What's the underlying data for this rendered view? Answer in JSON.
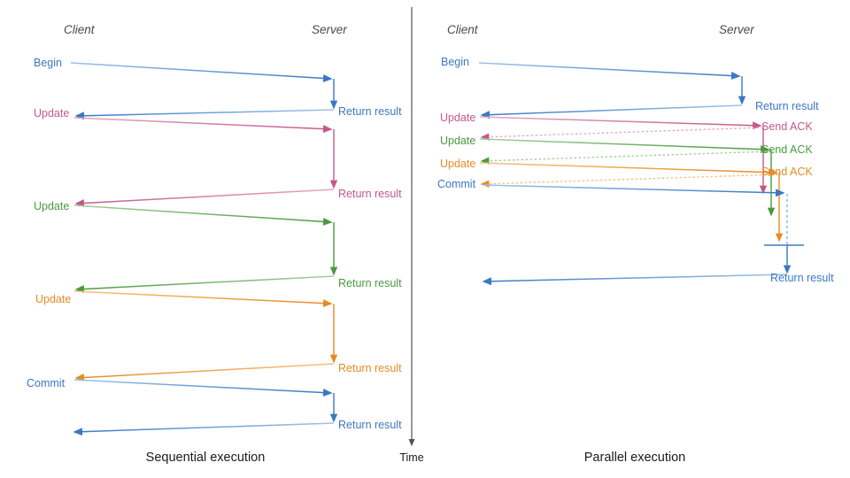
{
  "figure": {
    "divider_label": "Time",
    "colors": {
      "blue": "#3b78c3",
      "blue_light": "#9dc3e8",
      "pink": "#c4588b",
      "pink_light": "#e4a8c6",
      "green": "#4a9a3f",
      "green_light": "#a5cf9b",
      "orange": "#e98a22",
      "orange_light": "#f5c184",
      "axis": "#555555",
      "actor": "#4a4a4a",
      "caption": "#1a1a1a"
    }
  },
  "panels": [
    {
      "id": "sequential",
      "caption": "Sequential execution",
      "actors": {
        "client": "Client",
        "server": "Server"
      },
      "messages": [
        {
          "label": "Begin",
          "color": "blue",
          "side": "client",
          "kind": "request"
        },
        {
          "label": "Return result",
          "color": "blue",
          "side": "server",
          "kind": "response"
        },
        {
          "label": "Update",
          "color": "pink",
          "side": "client",
          "kind": "request"
        },
        {
          "label": "Return result",
          "color": "pink",
          "side": "server",
          "kind": "response"
        },
        {
          "label": "Update",
          "color": "green",
          "side": "client",
          "kind": "request"
        },
        {
          "label": "Return result",
          "color": "green",
          "side": "server",
          "kind": "response"
        },
        {
          "label": "Update",
          "color": "orange",
          "side": "client",
          "kind": "request"
        },
        {
          "label": "Return result",
          "color": "orange",
          "side": "server",
          "kind": "response"
        },
        {
          "label": "Commit",
          "color": "blue",
          "side": "client",
          "kind": "request"
        },
        {
          "label": "Return result",
          "color": "blue",
          "side": "server",
          "kind": "response"
        }
      ]
    },
    {
      "id": "parallel",
      "caption": "Parallel execution",
      "actors": {
        "client": "Client",
        "server": "Server"
      },
      "messages": [
        {
          "label": "Begin",
          "color": "blue",
          "side": "client",
          "kind": "request"
        },
        {
          "label": "Return result",
          "color": "blue",
          "side": "server",
          "kind": "response"
        },
        {
          "label": "Update",
          "color": "pink",
          "side": "client",
          "kind": "request"
        },
        {
          "label": "Send ACK",
          "color": "pink",
          "side": "server",
          "kind": "ack"
        },
        {
          "label": "Update",
          "color": "green",
          "side": "client",
          "kind": "request"
        },
        {
          "label": "Send ACK",
          "color": "green",
          "side": "server",
          "kind": "ack"
        },
        {
          "label": "Update",
          "color": "orange",
          "side": "client",
          "kind": "request"
        },
        {
          "label": "Send ACK",
          "color": "orange",
          "side": "server",
          "kind": "ack"
        },
        {
          "label": "Commit",
          "color": "blue",
          "side": "client",
          "kind": "request"
        },
        {
          "label": "Return result",
          "color": "blue",
          "side": "server",
          "kind": "response"
        }
      ]
    }
  ],
  "left_labels": {
    "begin": "Begin",
    "update1": "Update",
    "update2": "Update",
    "update3": "Update",
    "commit": "Commit"
  },
  "right_labels": {
    "r1": "Return result",
    "r2": "Return result",
    "r3": "Return result",
    "r4": "Return result",
    "r5": "Return result"
  },
  "ack_labels": {
    "a1": "Send ACK",
    "a2": "Send ACK",
    "a3": "Send ACK"
  },
  "par_left_labels": {
    "begin": "Begin",
    "update1": "Update",
    "update2": "Update",
    "update3": "Update",
    "commit": "Commit"
  },
  "par_right_labels": {
    "r1": "Return result",
    "r2": "Return result"
  }
}
